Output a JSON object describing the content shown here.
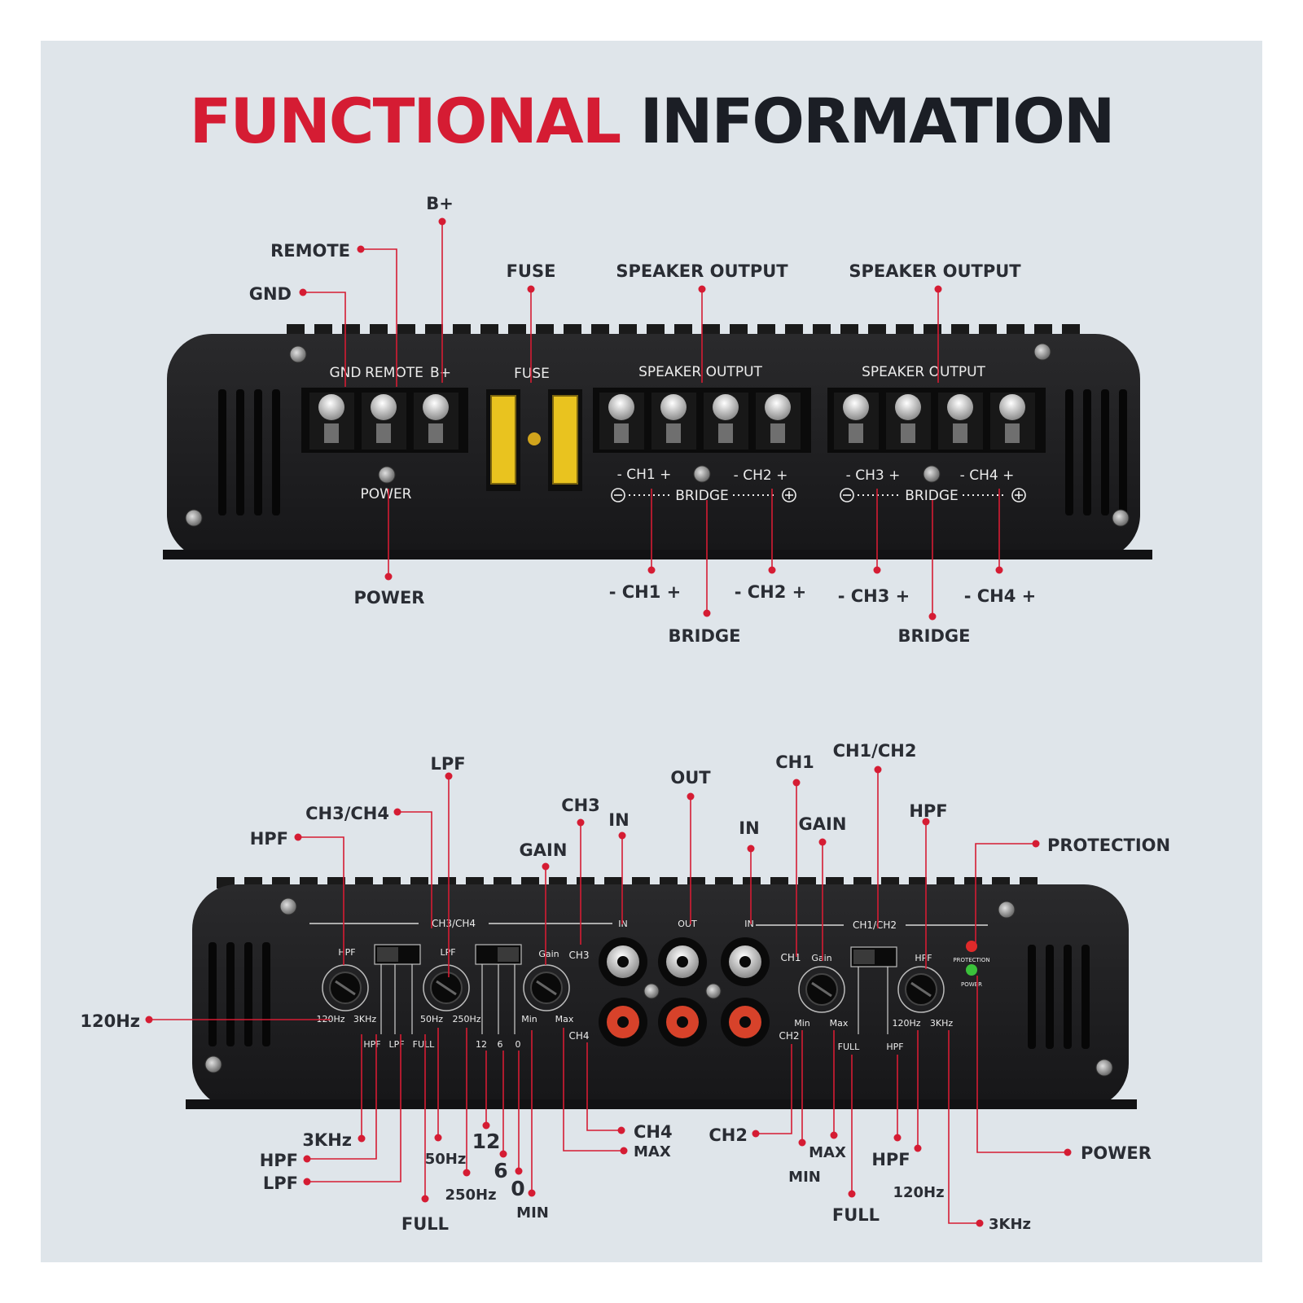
{
  "title": {
    "part1": "FUNCTIONAL",
    "part2": "INFORMATION"
  },
  "colors": {
    "accent": "#d51c33",
    "text": "#2a2d34",
    "background": "#dfe5ea",
    "amp_body": "#1c1c1e",
    "silkscreen": "#ececec"
  },
  "top_panel": {
    "callouts": {
      "b_plus": "B+",
      "remote": "REMOTE",
      "gnd": "GND",
      "fuse": "FUSE",
      "speaker_output_1": "SPEAKER OUTPUT",
      "speaker_output_2": "SPEAKER OUTPUT",
      "power": "POWER",
      "ch1": "- CH1 +",
      "ch2": "- CH2 +",
      "ch3": "- CH3 +",
      "ch4": "- CH4 +",
      "bridge_1": "BRIDGE",
      "bridge_2": "BRIDGE"
    },
    "silk": {
      "gnd": "GND",
      "remote": "REMOTE",
      "b_plus": "B+",
      "fuse": "FUSE",
      "speaker_output_1": "SPEAKER OUTPUT",
      "speaker_output_2": "SPEAKER OUTPUT",
      "power": "POWER",
      "ch1": "- CH1 +",
      "ch2": "- CH2 +",
      "ch3": "- CH3 +",
      "ch4": "- CH4 +",
      "bridge_1": "BRIDGE",
      "bridge_2": "BRIDGE"
    }
  },
  "bottom_panel": {
    "callouts": {
      "lpf_top": "LPF",
      "ch3_ch4": "CH3/CH4",
      "hpf_left": "HPF",
      "ch3": "CH3",
      "in_left": "IN",
      "gain_left": "GAIN",
      "out": "OUT",
      "in_right": "IN",
      "ch1": "CH1",
      "ch1_ch2": "CH1/CH2",
      "gain_right": "GAIN",
      "hpf_right": "HPF",
      "protection": "PROTECTION",
      "hz120_left": "120Hz",
      "khz3_left": "3KHz",
      "hpf_bottom": "HPF",
      "lpf_bottom": "LPF",
      "full_left": "FULL",
      "hz50": "50Hz",
      "hz250": "250Hz",
      "n12": "12",
      "n6": "6",
      "n0": "0",
      "min_left": "MIN",
      "ch4": "CH4",
      "max_left": "MAX",
      "ch2": "CH2",
      "min_right": "MIN",
      "max_right": "MAX",
      "full_right": "FULL",
      "hpf_bottom_right": "HPF",
      "hz120_right": "120Hz",
      "khz3_right": "3KHz",
      "power": "POWER"
    },
    "silk": {
      "ch3_ch4": "CH3/CH4",
      "ch1_ch2": "CH1/CH2",
      "in_left": "IN",
      "out": "OUT",
      "in_right": "IN",
      "hpf": "HPF",
      "lpf": "LPF",
      "gain": "Gain",
      "ch3": "CH3",
      "ch4": "CH4",
      "ch1": "CH1",
      "ch2": "CH2",
      "hz120": "120Hz",
      "khz3": "3KHz",
      "hz50": "50Hz",
      "hz250": "250Hz",
      "n12": "12",
      "n6": "6",
      "n0": "0",
      "min": "Min",
      "max": "Max",
      "hpf_sw": "HPF",
      "lpf_sw": "LPF",
      "full_sw": "FULL",
      "gain_r": "Gain",
      "min_r": "Min",
      "max_r": "Max",
      "full_r": "FULL",
      "hpf_r": "HPF",
      "hpf_knob_r": "HPF",
      "hz120_r": "120Hz",
      "khz3_r": "3KHz",
      "protection": "PROTECTION",
      "power": "POWER"
    }
  }
}
